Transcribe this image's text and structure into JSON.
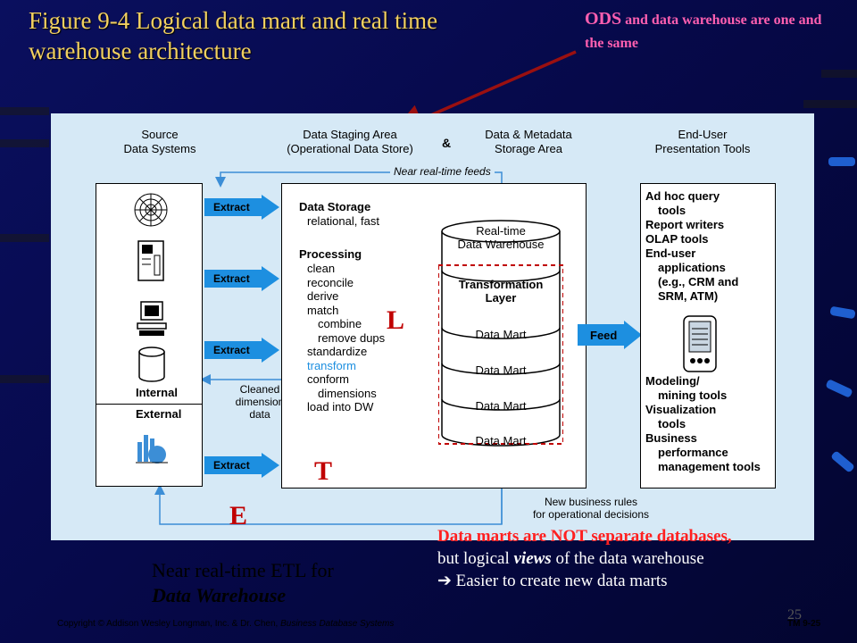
{
  "slide": {
    "title": "Figure 9-4 Logical data mart and real time warehouse architecture",
    "ods_note_lead": "ODS",
    "ods_note_rest": " and data warehouse are one and the same",
    "caption_line1": "Near real-time ETL for",
    "caption_line2": "Data Warehouse",
    "views_red": "Data marts are NOT separate databases,",
    "views_line2_pre": "but logical ",
    "views_line2_em": "views",
    "views_line2_post": " of the data warehouse",
    "views_arrow": "➔",
    "views_line3": " Easier to create new data marts",
    "copyright": "Copyright © Addison Wesley Longman, Inc. & Dr. Chen, ",
    "copyright_em": "Business Database Systems",
    "tm": "TM  9-25",
    "page_number": "25",
    "colors": {
      "title": "#f2d060",
      "ods": "#ff5fb0",
      "accent_red": "#c00000",
      "arrow_blue": "#1d8fe0"
    }
  },
  "diagram": {
    "headers": {
      "source": [
        "Source",
        "Data Systems"
      ],
      "staging": [
        "Data Staging Area",
        "(Operational Data Store)"
      ],
      "amp": "&",
      "metadata": [
        "Data & Metadata",
        "Storage Area"
      ],
      "enduser": [
        "End-User",
        "Presentation Tools"
      ]
    },
    "feedback_top": "Near real-time feeds",
    "source_internal": "Internal",
    "source_external": "External",
    "extract_label": "Extract",
    "cleaned": [
      "Cleaned",
      "dimension",
      "data"
    ],
    "storage_title": "Data Storage",
    "storage_sub": "relational, fast",
    "processing_title": "Processing",
    "processing_items": [
      "clean",
      "reconcile",
      "derive",
      "match",
      "combine",
      "remove dups",
      "standardize",
      "transform",
      "conform",
      "dimensions",
      "load into DW"
    ],
    "warehouse_top": [
      "Real-time",
      "Data Warehouse"
    ],
    "transformation": [
      "Transformation",
      "Layer"
    ],
    "data_mart": "Data Mart",
    "feed": "Feed",
    "tools": [
      "Ad hoc query",
      "tools",
      "Report writers",
      "OLAP tools",
      "End-user",
      "applications",
      "(e.g., CRM and",
      "SRM, ATM)"
    ],
    "tools2": [
      "Modeling/",
      "mining tools",
      "Visualization",
      "tools",
      "Business",
      "performance",
      "management tools"
    ],
    "business_rules": [
      "New business rules",
      "for operational decisions"
    ],
    "letter_l": "L",
    "letter_t": "T",
    "letter_e": "E"
  }
}
